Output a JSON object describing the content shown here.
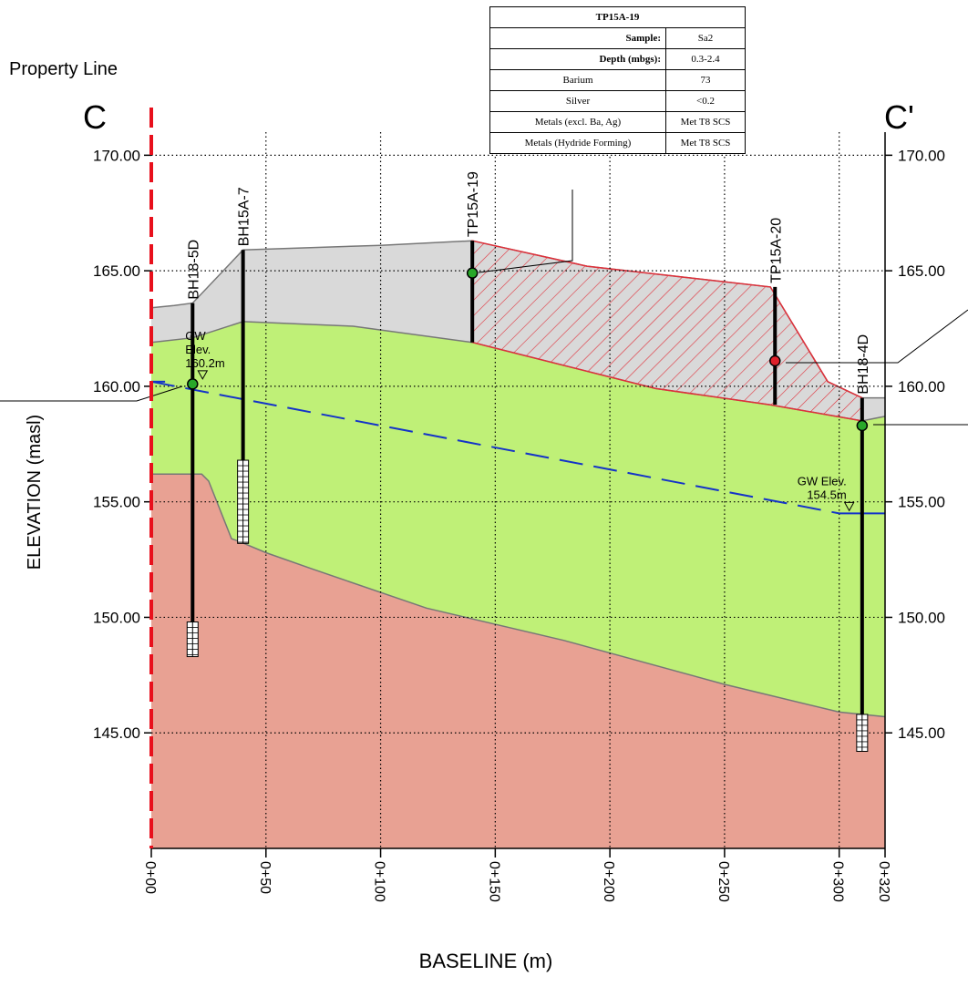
{
  "figure": {
    "property_line_label": "Property Line",
    "section_start_label": "C",
    "section_end_label": "C'",
    "y_axis_title": "ELEVATION (masl)",
    "x_axis_title": "BASELINE (m)"
  },
  "colors": {
    "fill_material": "#d9d9d9",
    "upper_soil": "#bff077",
    "lower_soil": "#e8a193",
    "impacted_hatch": "#e0303a",
    "groundwater_line": "#1433c8",
    "property_line": "#e8101c",
    "monitoring_point_ok": "#29a829",
    "monitoring_point_exceed": "#e0202a"
  },
  "chart_data": {
    "type": "geologic cross-section",
    "xlim": [
      0,
      320
    ],
    "ylim": [
      140,
      171
    ],
    "y_ticks": [
      170,
      165,
      160,
      155,
      150,
      145
    ],
    "y_tick_labels": [
      "170.00",
      "165.00",
      "160.00",
      "155.00",
      "150.00",
      "145.00"
    ],
    "x_ticks": [
      0,
      50,
      100,
      150,
      200,
      250,
      300,
      320
    ],
    "x_tick_labels": [
      "0+00",
      "0+50",
      "0+100",
      "0+150",
      "0+200",
      "0+250",
      "0+300",
      "0+320"
    ],
    "layers": [
      {
        "key": "fill_material",
        "top": [
          [
            0,
            163.4
          ],
          [
            10,
            163.5
          ],
          [
            18,
            163.6
          ],
          [
            40,
            165.9
          ],
          [
            100,
            166.1
          ],
          [
            140,
            166.3
          ],
          [
            190,
            165.2
          ],
          [
            270,
            164.3
          ],
          [
            295,
            160.2
          ],
          [
            310,
            159.5
          ],
          [
            320,
            159.5
          ]
        ]
      },
      {
        "key": "upper_soil",
        "top": [
          [
            0,
            161.9
          ],
          [
            18,
            162.1
          ],
          [
            40,
            162.8
          ],
          [
            88,
            162.6
          ],
          [
            140,
            161.9
          ],
          [
            220,
            159.9
          ],
          [
            270,
            159.2
          ],
          [
            310,
            158.5
          ],
          [
            320,
            158.7
          ]
        ]
      },
      {
        "key": "lower_soil",
        "top": [
          [
            0,
            156.2
          ],
          [
            22,
            156.2
          ],
          [
            25,
            155.9
          ],
          [
            35,
            153.4
          ],
          [
            38,
            153.3
          ],
          [
            50,
            152.8
          ],
          [
            70,
            152.1
          ],
          [
            120,
            150.4
          ],
          [
            180,
            149.0
          ],
          [
            250,
            147.1
          ],
          [
            300,
            145.9
          ],
          [
            320,
            145.7
          ]
        ]
      }
    ],
    "impacted_zone": {
      "key": "impacted_hatch",
      "outline": [
        [
          140,
          166.3
        ],
        [
          190,
          165.2
        ],
        [
          270,
          164.3
        ],
        [
          295,
          160.2
        ],
        [
          310,
          159.5
        ],
        [
          310,
          158.5
        ],
        [
          270,
          159.2
        ],
        [
          220,
          159.9
        ],
        [
          140,
          161.9
        ]
      ]
    },
    "groundwater": {
      "x": [
        0,
        300,
        320
      ],
      "y": [
        160.2,
        154.5,
        154.5
      ]
    },
    "boreholes": [
      {
        "name": "BH18-5D",
        "x": 18,
        "top": 163.6,
        "bottom": 148.3,
        "screen": [
          148.3,
          149.8
        ],
        "sample": 160.1,
        "status": "monitoring_point_ok"
      },
      {
        "name": "BH15A-7",
        "x": 40,
        "top": 165.9,
        "bottom": 153.2,
        "screen": [
          153.2,
          156.8
        ],
        "sample": null,
        "status": null
      },
      {
        "name": "TP15A-19",
        "x": 140,
        "top": 166.3,
        "bottom": 161.9,
        "screen": null,
        "sample": 164.9,
        "status": "monitoring_point_ok"
      },
      {
        "name": "TP15A-20",
        "x": 272,
        "top": 164.3,
        "bottom": 159.2,
        "screen": null,
        "sample": 161.1,
        "status": "monitoring_point_exceed"
      },
      {
        "name": "BH18-4D",
        "x": 310,
        "top": 159.5,
        "bottom": 144.2,
        "screen": [
          144.2,
          145.8
        ],
        "sample": 158.3,
        "status": "monitoring_point_ok"
      }
    ],
    "gw_labels": [
      {
        "lines": [
          "GW",
          "Elev.",
          "160.2m"
        ],
        "x": 18,
        "y": 160.2
      },
      {
        "lines": [
          "GW Elev.",
          "154.5m"
        ],
        "x": 300,
        "y": 154.5
      }
    ]
  },
  "sample_table": {
    "title": "TP15A-19",
    "sample_label": "Sample:",
    "sample_value": "Sa2",
    "depth_label": "Depth (mbgs):",
    "depth_value": "0.3-2.4",
    "rows": [
      {
        "parameter": "Barium",
        "value": "73"
      },
      {
        "parameter": "Silver",
        "value": "<0.2"
      },
      {
        "parameter": "Metals (excl. Ba, Ag)",
        "value": "Met T8 SCS"
      },
      {
        "parameter": "Metals (Hydride Forming)",
        "value": "Met T8 SCS"
      }
    ]
  }
}
